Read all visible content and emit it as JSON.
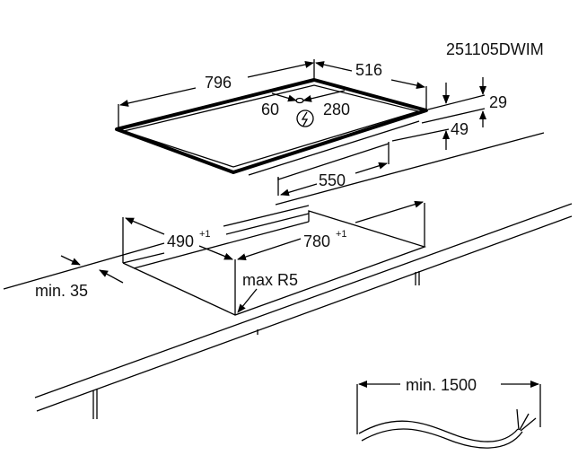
{
  "diagram": {
    "code": "251105DWIM",
    "hob": {
      "width": "796",
      "depth": "516",
      "connection_left": "60",
      "connection_right": "280",
      "height_total": "49",
      "height_top": "29",
      "body_width": "550"
    },
    "cutout": {
      "depth": "490",
      "depth_tolerance": "+1",
      "width": "780",
      "width_tolerance": "+1",
      "corner_radius": "max R5",
      "min_edge_distance": "min. 35"
    },
    "cable": {
      "min_length": "min. 1500"
    },
    "icons": [
      "electrical-connection-icon"
    ]
  }
}
